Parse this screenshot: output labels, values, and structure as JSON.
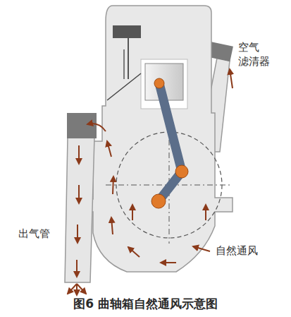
{
  "diagram": {
    "caption": "图6 曲轴箱自然通风示意图",
    "labels": [
      "空气 滤清器",
      "出气管",
      "自然通风"
    ]
  }
}
